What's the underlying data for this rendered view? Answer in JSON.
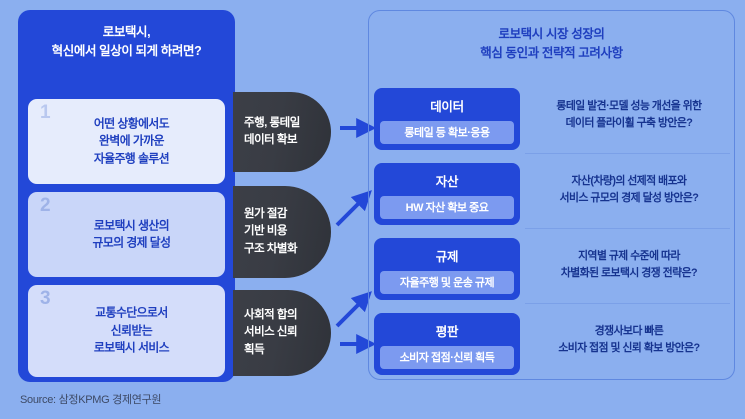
{
  "source": {
    "label": "Source: 삼정KPMG 경제연구원"
  },
  "left": {
    "title": "로보택시,\n혁신에서 일상이 되게 하려면?",
    "title_line1": "로보택시,",
    "title_line2": "혁신에서 일상이 되게 하려면?",
    "cards": [
      {
        "number": "1",
        "lines": [
          "어떤 상황에서도",
          "완벽에 가까운",
          "자율주행 솔루션"
        ]
      },
      {
        "number": "2",
        "lines": [
          "로보택시 생산의",
          "규모의 경제 달성"
        ]
      },
      {
        "number": "3",
        "lines": [
          "교통수단으로서",
          "신뢰받는",
          "로보택시 서비스"
        ]
      }
    ]
  },
  "middle": {
    "pills": [
      {
        "lines": [
          "주행, 롱테일",
          "데이터 확보"
        ]
      },
      {
        "lines": [
          "원가 절감",
          "기반 비용",
          "구조 차별화"
        ]
      },
      {
        "lines": [
          "사회적 합의",
          "서비스 신뢰",
          "획득"
        ]
      }
    ]
  },
  "right": {
    "title_line1": "로보택시 시장 성장의",
    "title_line2": "핵심 동인과 전략적 고려사항",
    "drivers": [
      {
        "title": "데이터",
        "subtitle": "롱테일 등 확보·응용",
        "question_line1": "롱테일 발견·모델 성능 개선을 위한",
        "question_line2": "데이터 플라이휠 구축 방안은?"
      },
      {
        "title": "자산",
        "subtitle": "HW 자산 확보 중요",
        "question_line1": "자산(차량)의 선제적 배포와",
        "question_line2": "서비스 규모의 경제 달성 방안은?"
      },
      {
        "title": "규제",
        "subtitle": "자율주행 및 운송 규제",
        "question_line1": "지역별 규제 수준에 따라",
        "question_line2": "차별화된 로보택시 경쟁 전략은?"
      },
      {
        "title": "평판",
        "subtitle": "소비자 접점·신뢰 획득",
        "question_line1": "경쟁사보다 빠른",
        "question_line2": "소비자 접점 및 신뢰 확보 방안은?"
      }
    ]
  },
  "arrows": [
    {
      "name": "arrow-to-data",
      "direction": "right"
    },
    {
      "name": "arrow-to-asset",
      "direction": "up-right"
    },
    {
      "name": "arrow-to-regulation",
      "direction": "up-right"
    },
    {
      "name": "arrow-to-reputation",
      "direction": "right"
    }
  ],
  "colors": {
    "background": "#8bafef",
    "primary_blue": "#2348d8",
    "dark_pill": "#393c44",
    "light_card": "#dfe6fb",
    "sub_badge": "#7c9af0",
    "text_blue": "#1f3fbf",
    "arrow": "#2348d8"
  }
}
